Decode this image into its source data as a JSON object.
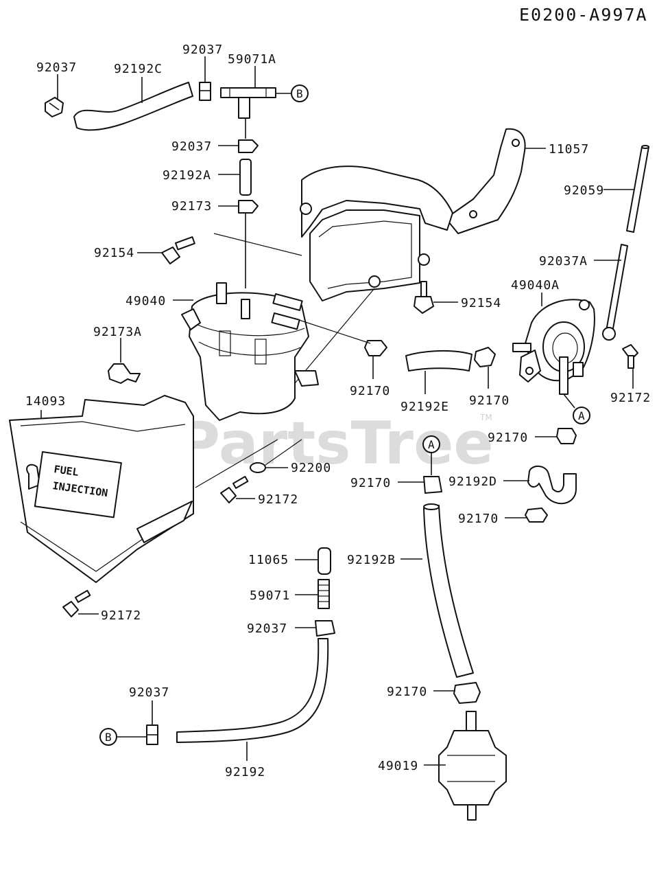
{
  "diagram_code": "E0200-A997A",
  "watermark": "PartsTree",
  "watermark_tm": "TM",
  "cover_text": [
    "FUEL",
    "INJECTION"
  ],
  "ref_markers": {
    "a": "A",
    "b": "B"
  },
  "labels": {
    "p92037_top_left": "92037",
    "p92192c": "92192C",
    "p92037_top": "92037",
    "p59071a": "59071A",
    "p92037_mid": "92037",
    "p11057": "11057",
    "p92192a": "92192A",
    "p92173": "92173",
    "p92059": "92059",
    "p92154_left": "92154",
    "p92037a": "92037A",
    "p49040": "49040",
    "p92154_right": "92154",
    "p49040a": "49040A",
    "p92173a": "92173A",
    "p92170_center": "92170",
    "p92192e": "92192E",
    "p92170_pump": "92170",
    "p92172_right": "92172",
    "p14093": "14093",
    "p92170_a_right": "92170",
    "p92200": "92200",
    "p92170_a_left": "92170",
    "p92192d": "92192D",
    "p92172_center": "92172",
    "p92170_lower": "92170",
    "p11065": "11065",
    "p92192b": "92192B",
    "p92172_left": "92172",
    "p59071": "59071",
    "p92037_lower": "92037",
    "p92170_filter": "92170",
    "p92037_bottom": "92037",
    "p49019": "49019",
    "p92192": "92192"
  }
}
